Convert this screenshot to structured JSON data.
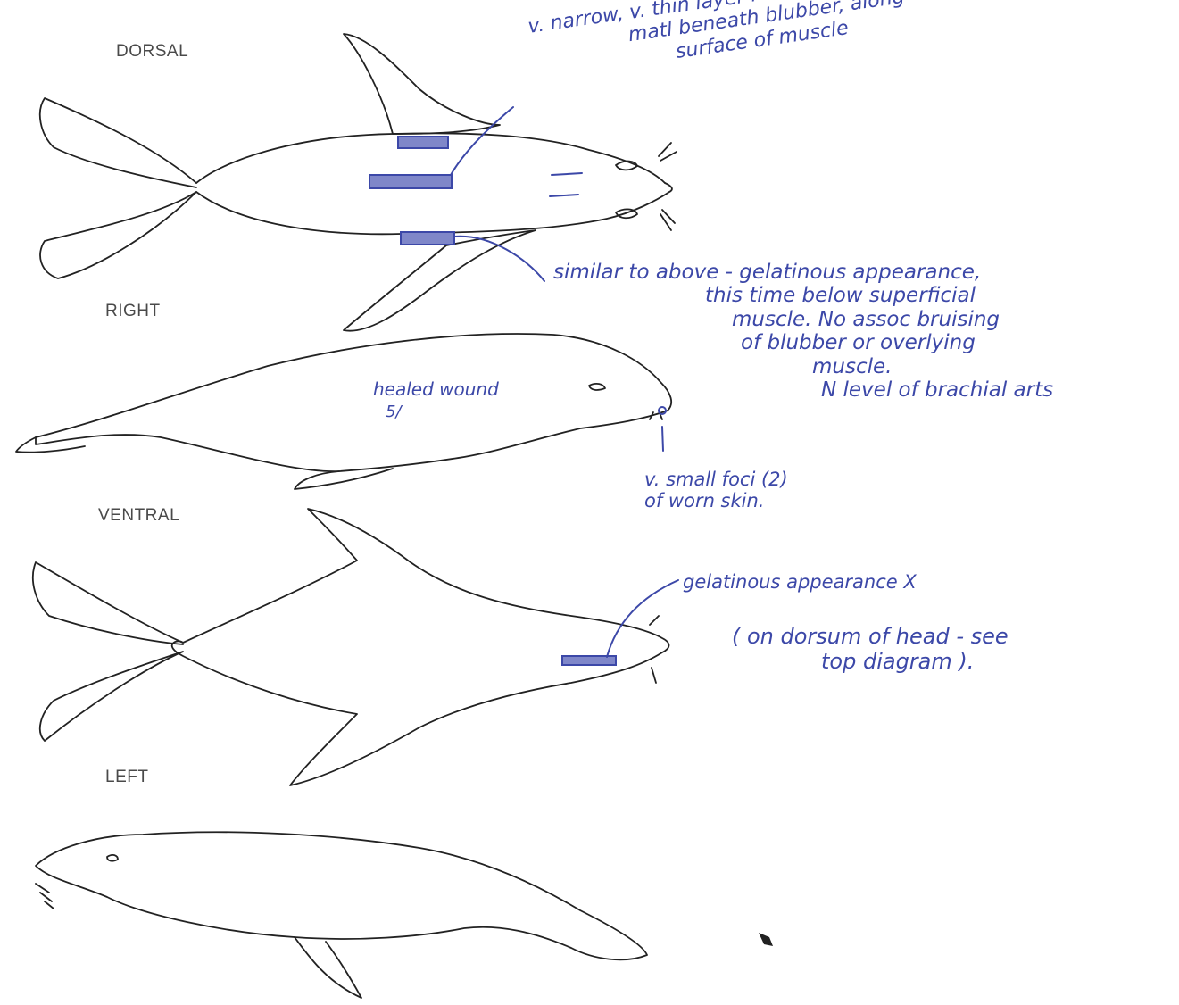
{
  "views": {
    "dorsal": "DORSAL",
    "right": "RIGHT",
    "ventral": "VENTRAL",
    "left": "LEFT"
  },
  "notes": {
    "dorsal_note": [
      "v. narrow, v. thin layer red gelatinous",
      "matl beneath blubber, along",
      "surface of muscle"
    ],
    "similar_note": [
      "similar to above - gelatinous appearance,",
      "this time below superficial",
      "muscle. No assoc bruising",
      "of blubber or overlying",
      "muscle.",
      "N level of brachial arts"
    ],
    "healed_wound": "healed wound",
    "healed_wound_size": "5/",
    "small_foci": [
      "v. small foci (2)",
      "of worn skin."
    ],
    "gelatinous_ventral": "gelatinous appearance X",
    "dorsum_ref": [
      "( on dorsum of head - see",
      "top diagram )."
    ]
  },
  "colors": {
    "pen_ink": "#3c48a8",
    "pencil": "#222222",
    "label_gray": "#4a4a4a"
  }
}
